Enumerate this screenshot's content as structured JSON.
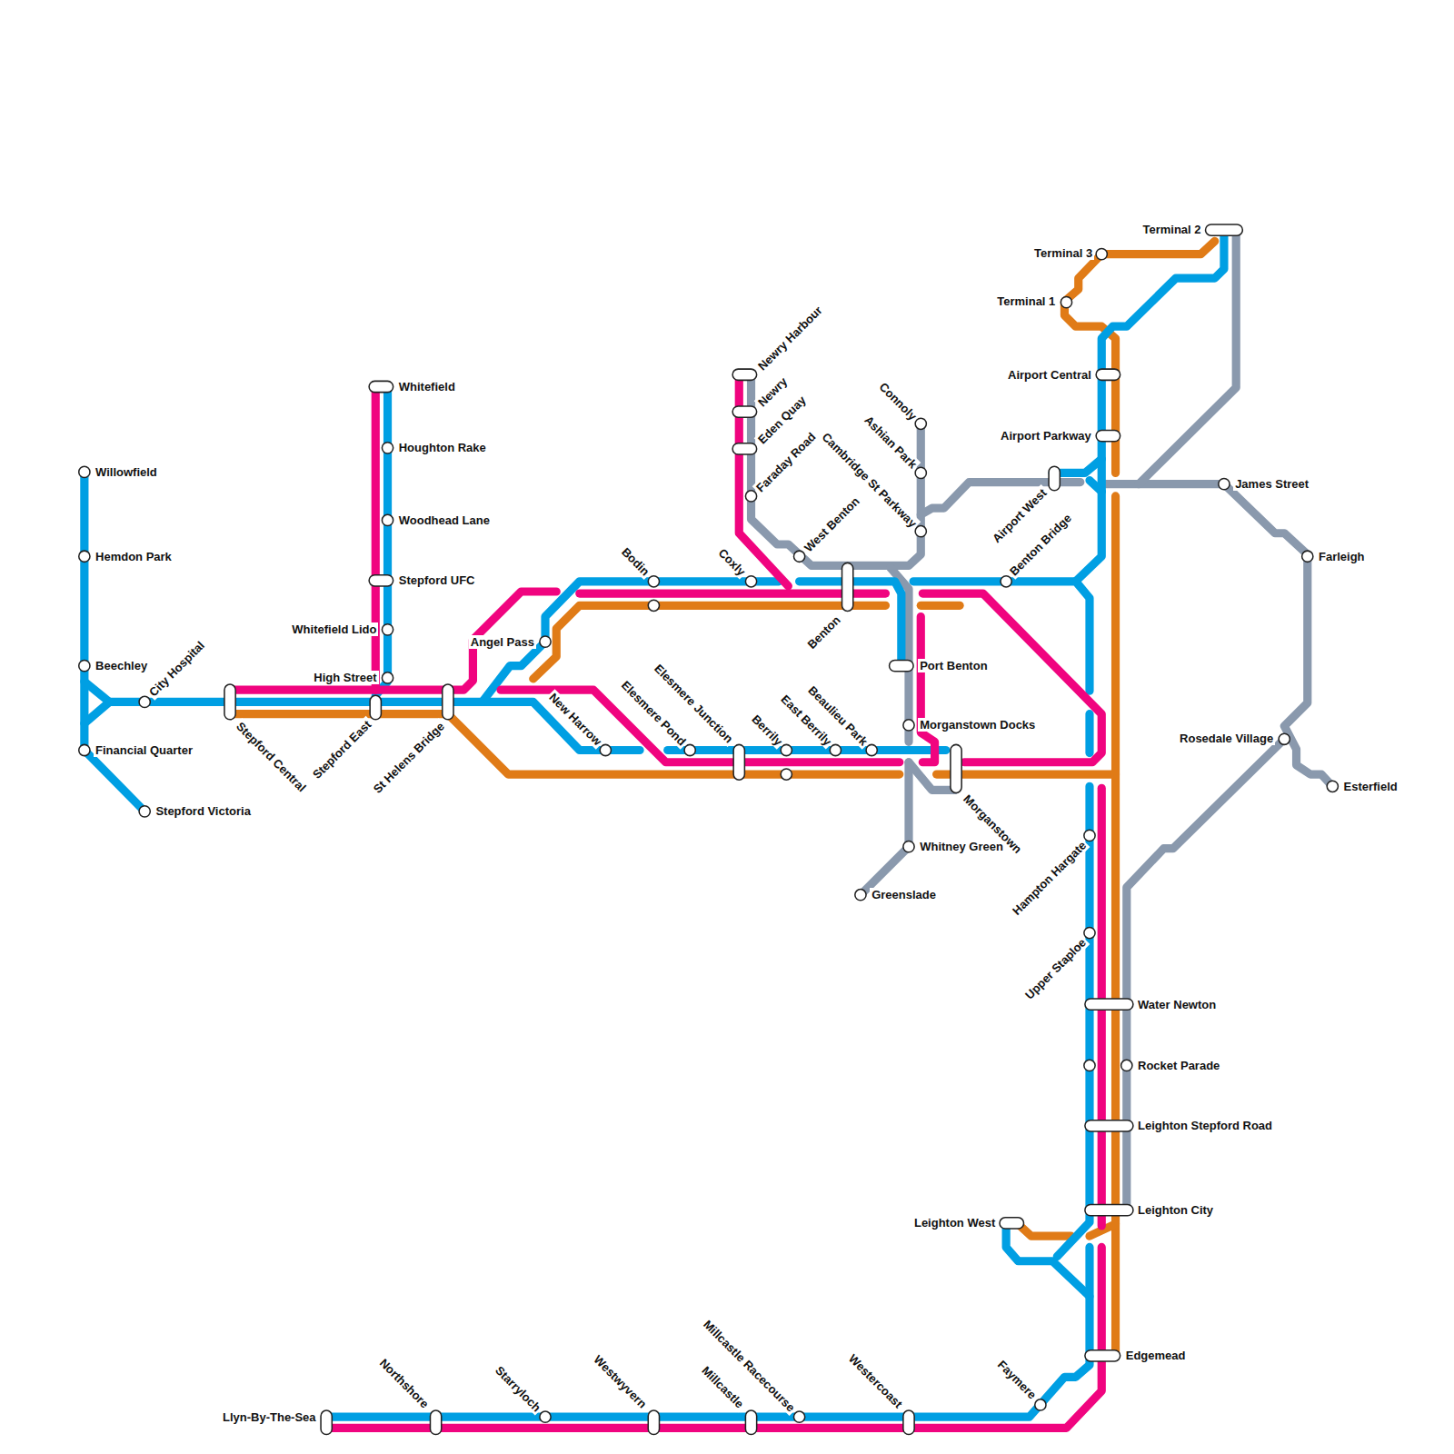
{
  "diagram": {
    "labels": [
      "Willowfield",
      "Hemdon Park",
      "Beechley",
      "City Hospital",
      "Financial Quarter",
      "Stepford Victoria",
      "Stepford Central",
      "Stepford East",
      "St Helens Bridge",
      "Whitefield",
      "Houghton Rake",
      "Woodhead Lane",
      "Stepford UFC",
      "Whitefield Lido",
      "High Street",
      "Angel Pass",
      "Bodin",
      "Coxly",
      "New Harrow",
      "Elesmere Pond",
      "Elesmere Junction",
      "Berrily",
      "East Berrily",
      "Beaulieu Park",
      "Newry Harbour",
      "Newry",
      "Eden Quay",
      "Faraday Road",
      "West Benton",
      "Connoly",
      "Ashian Park",
      "Cambridge St Parkway",
      "Benton",
      "Port Benton",
      "Morganstown Docks",
      "Whitney Green",
      "Greenslade",
      "Morganstown",
      "Airport West",
      "Benton Bridge",
      "Terminal 2",
      "Terminal 3",
      "Terminal 1",
      "Airport Central",
      "Airport Parkway",
      "James Street",
      "Farleigh",
      "Rosedale Village",
      "Esterfield",
      "Hampton Hargate",
      "Upper Staploe",
      "Water Newton",
      "Rocket Parade",
      "Leighton Stepford Road",
      "Leighton City",
      "Leighton West",
      "Edgemead",
      "Faymere",
      "Llyn-By-The-Sea",
      "Northshore",
      "Starryloch",
      "Westwyvern",
      "Millcastle",
      "Millcastle Racecourse",
      "Westercoast"
    ]
  }
}
